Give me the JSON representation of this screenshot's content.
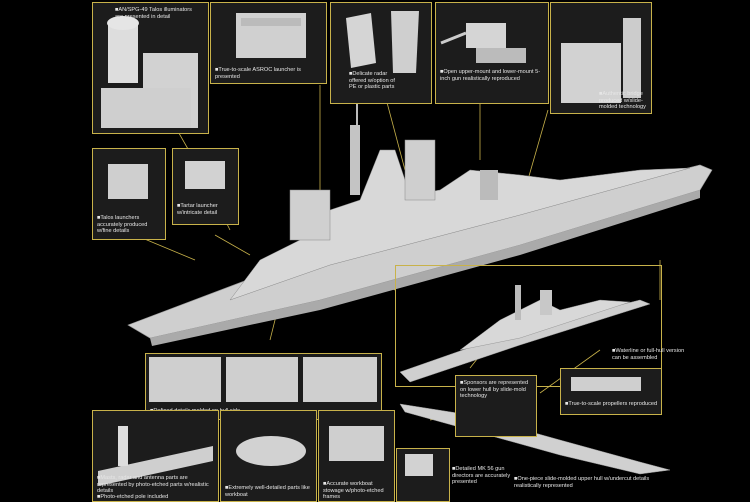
{
  "callouts": {
    "talos_illuminators": "■AN/SPG-49 Talos illuminators are presented in detail",
    "asroc": "■True-to-scale ASROC launcher is presented",
    "radar": "■Delicate radar offered w/option of PE or plastic parts",
    "guns": "■Open upper-mount and lower-mount 5-inch gun realistically reproduced",
    "bridge": "■Authentic bridge produced w/slide-molded technology",
    "talos_launchers": "■Talos launchers accurately produced w/fine details",
    "tartar": "■Tartar launcher w/intricate detail",
    "hull_side": "■Defined details molded on hull side",
    "waterline": "■Waterline or full-hull version can be assembled",
    "sponsons": "■Sponsors are represented on lower hull by slide-mold technology",
    "propellers": "■True-to-scale propellers reproduced",
    "masts": "■Masts, radar and antenna parts are represented by photo-etched parts w/realistic details",
    "pole": "■Photo-etched pole included",
    "workboat": "■Extremely well-detailed parts like workboat",
    "stowage": "■Accurate workboat stowage w/photo-etched frames",
    "mk56": "■Detailed MK 56 gun directors are accurately presented",
    "lower_hull": "■One-piece slide-molded upper hull w/undercut details realistically represented"
  },
  "colors": {
    "background": "#000000",
    "frame": "#c8b24a",
    "model": "#cfcfcf"
  }
}
